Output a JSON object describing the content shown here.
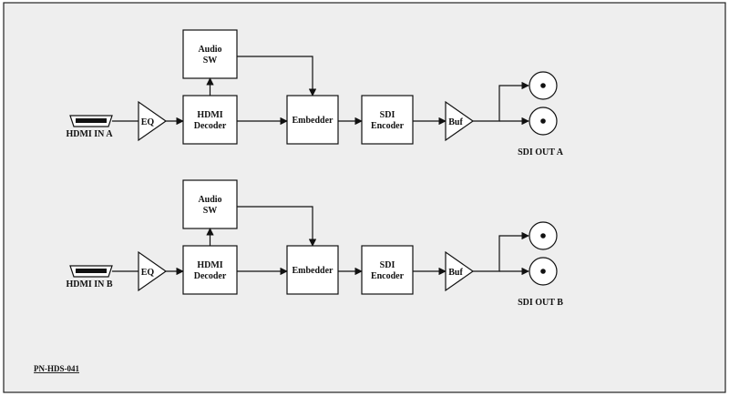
{
  "part_number": "PN-HDS-041",
  "channels": [
    {
      "input_label": "HDMI IN A",
      "output_label": "SDI OUT A",
      "blocks": {
        "eq": "EQ",
        "hdmi_decoder": [
          "HDMI",
          "Decoder"
        ],
        "audio_sw": [
          "Audio",
          "SW"
        ],
        "embedder": "Embedder",
        "sdi_encoder": [
          "SDI",
          "Encoder"
        ],
        "buf": "Buf"
      }
    },
    {
      "input_label": "HDMI IN B",
      "output_label": "SDI OUT B",
      "blocks": {
        "eq": "EQ",
        "hdmi_decoder": [
          "HDMI",
          "Decoder"
        ],
        "audio_sw": [
          "Audio",
          "SW"
        ],
        "embedder": "Embedder",
        "sdi_encoder": [
          "SDI",
          "Encoder"
        ],
        "buf": "Buf"
      }
    }
  ]
}
